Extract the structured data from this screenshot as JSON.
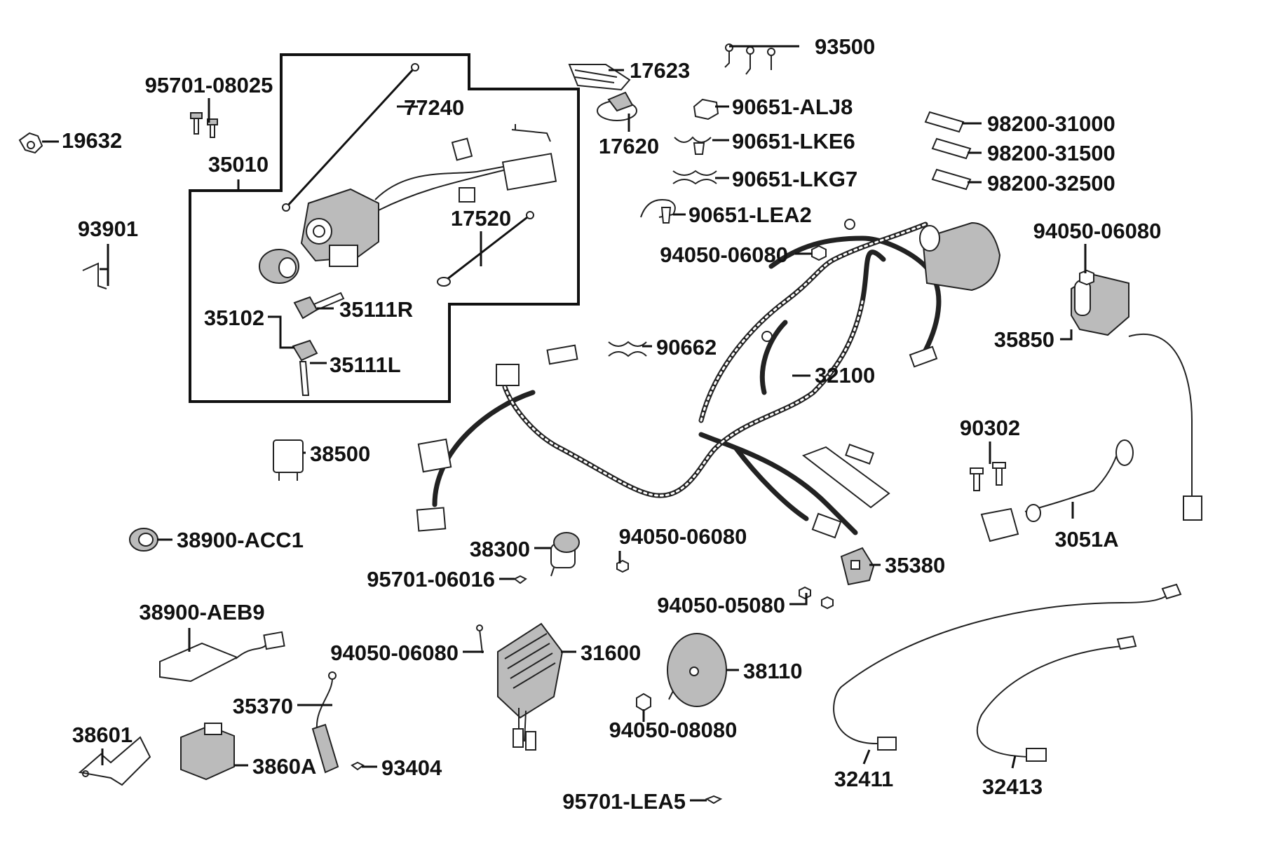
{
  "diagram": {
    "parts": {
      "p95701_08025": "95701-08025",
      "p19632": "19632",
      "p35010": "35010",
      "p77240": "77240",
      "p93901": "93901",
      "p17520": "17520",
      "p35102": "35102",
      "p35111R": "35111R",
      "p35111L": "35111L",
      "p17623": "17623",
      "p17620": "17620",
      "p93500": "93500",
      "p90651_ALJ8": "90651-ALJ8",
      "p90651_LKE6": "90651-LKE6",
      "p90651_LKG7": "90651-LKG7",
      "p90651_LEA2": "90651-LEA2",
      "p94050_06080_a": "94050-06080",
      "p98200_31000": "98200-31000",
      "p98200_31500": "98200-31500",
      "p98200_32500": "98200-32500",
      "p94050_06080_b": "94050-06080",
      "p35850": "35850",
      "p90662": "90662",
      "p32100": "32100",
      "p38500": "38500",
      "p90302": "90302",
      "p38900_ACC1": "38900-ACC1",
      "p38300": "38300",
      "p94050_06080_c": "94050-06080",
      "p3051A": "3051A",
      "p95701_06016": "95701-06016",
      "p35380": "35380",
      "p38900_AEB9": "38900-AEB9",
      "p94050_05080": "94050-05080",
      "p94050_06080_d": "94050-06080",
      "p31600": "31600",
      "p38110": "38110",
      "p35370": "35370",
      "p94050_08080": "94050-08080",
      "p38601": "38601",
      "p3860A": "3860A",
      "p93404": "93404",
      "p32411": "32411",
      "p32413": "32413",
      "p95701_LEA5": "95701-LEA5"
    }
  }
}
